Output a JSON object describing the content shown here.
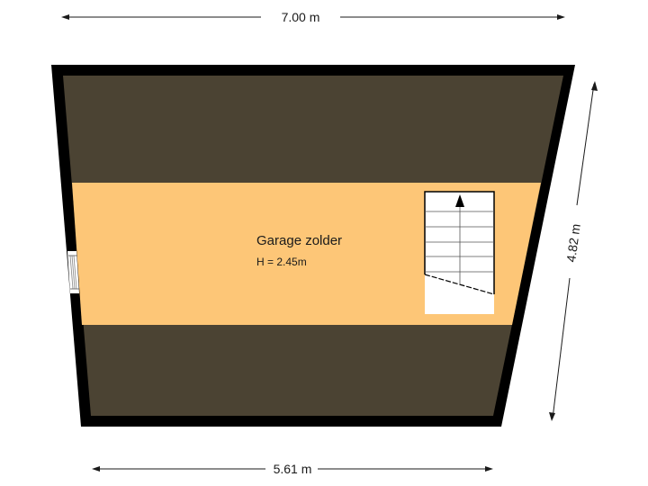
{
  "dimensions": {
    "top_width": "7.00 m",
    "bottom_width": "5.61 m",
    "right_depth": "4.82 m"
  },
  "room": {
    "name": "Garage zolder",
    "height": "H = 2.45m"
  },
  "colors": {
    "wall": "#000000",
    "low_ceiling_zone": "#4b4333",
    "floor_area": "#fdc677",
    "stair": "#ffffff",
    "dimension_line": "#1a1a1a"
  },
  "elements": {
    "stair_direction": "up-arrow",
    "window": "left-wall-window"
  }
}
